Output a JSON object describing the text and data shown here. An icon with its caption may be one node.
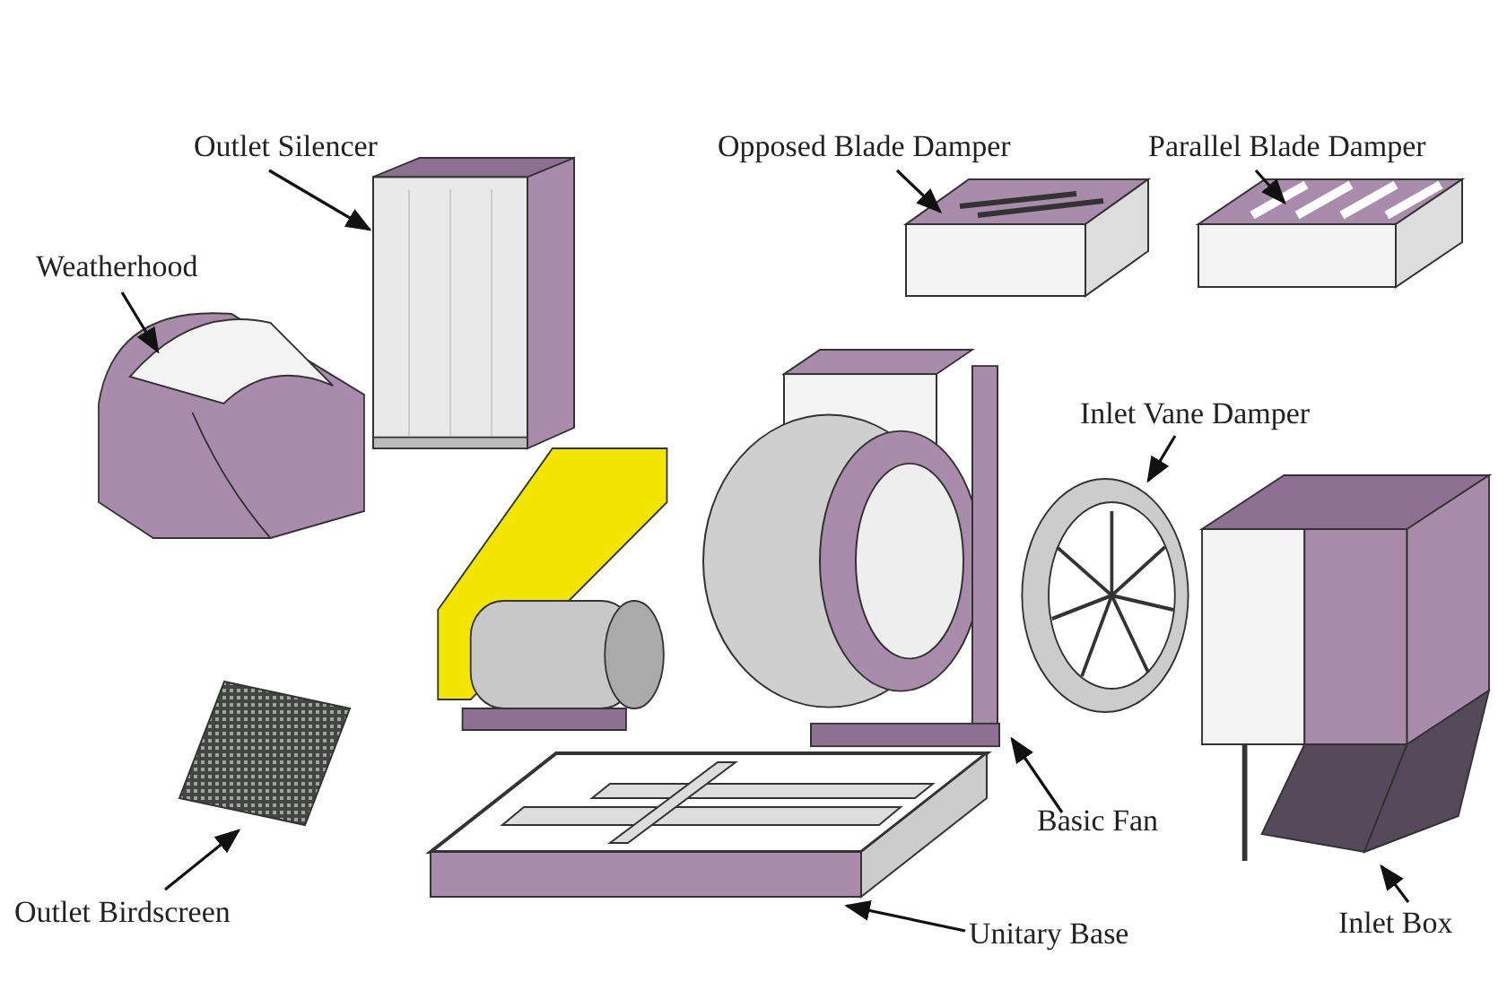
{
  "diagram": {
    "nodes": [
      {
        "text": [
          "Outlet Silencer"
        ]
      },
      {
        "text": [
          "Opposed Blade Damper"
        ]
      },
      {
        "text": [
          "Parallel Blade Damper"
        ]
      },
      {
        "text": [
          "Weatherhood"
        ]
      },
      {
        "text": [
          "Inlet Vane Damper"
        ]
      },
      {
        "text": [
          "Basic Fan"
        ]
      },
      {
        "text": [
          "Outlet Birdscreen"
        ]
      },
      {
        "text": [
          "Unitary Base"
        ]
      },
      {
        "text": [
          "Inlet Box"
        ]
      },
      {
        "text": [],
        "shape": "picture"
      },
      {
        "text": [],
        "shape": "picture"
      },
      {
        "text": [],
        "shape": "picture"
      },
      {
        "text": [],
        "shape": "picture"
      },
      {
        "text": [],
        "shape": "picture"
      },
      {
        "text": [],
        "shape": "picture"
      },
      {
        "text": [],
        "shape": "picture"
      },
      {
        "text": [],
        "shape": "picture"
      },
      {
        "text": [],
        "shape": "picture"
      }
    ],
    "edges": [
      {
        "from": 0,
        "to": 9,
        "arrow": "to"
      },
      {
        "from": 1,
        "to": 10,
        "arrow": "to"
      },
      {
        "from": 2,
        "to": 11,
        "arrow": "to"
      },
      {
        "from": 3,
        "to": 12,
        "arrow": "to"
      },
      {
        "from": 4,
        "to": 14,
        "arrow": "to"
      },
      {
        "from": 5,
        "to": 13,
        "arrow": "to"
      },
      {
        "from": 6,
        "to": 16,
        "arrow": "to"
      },
      {
        "from": 7,
        "to": 17,
        "arrow": "to"
      },
      {
        "from": 8,
        "to": 15,
        "arrow": "to"
      }
    ]
  }
}
